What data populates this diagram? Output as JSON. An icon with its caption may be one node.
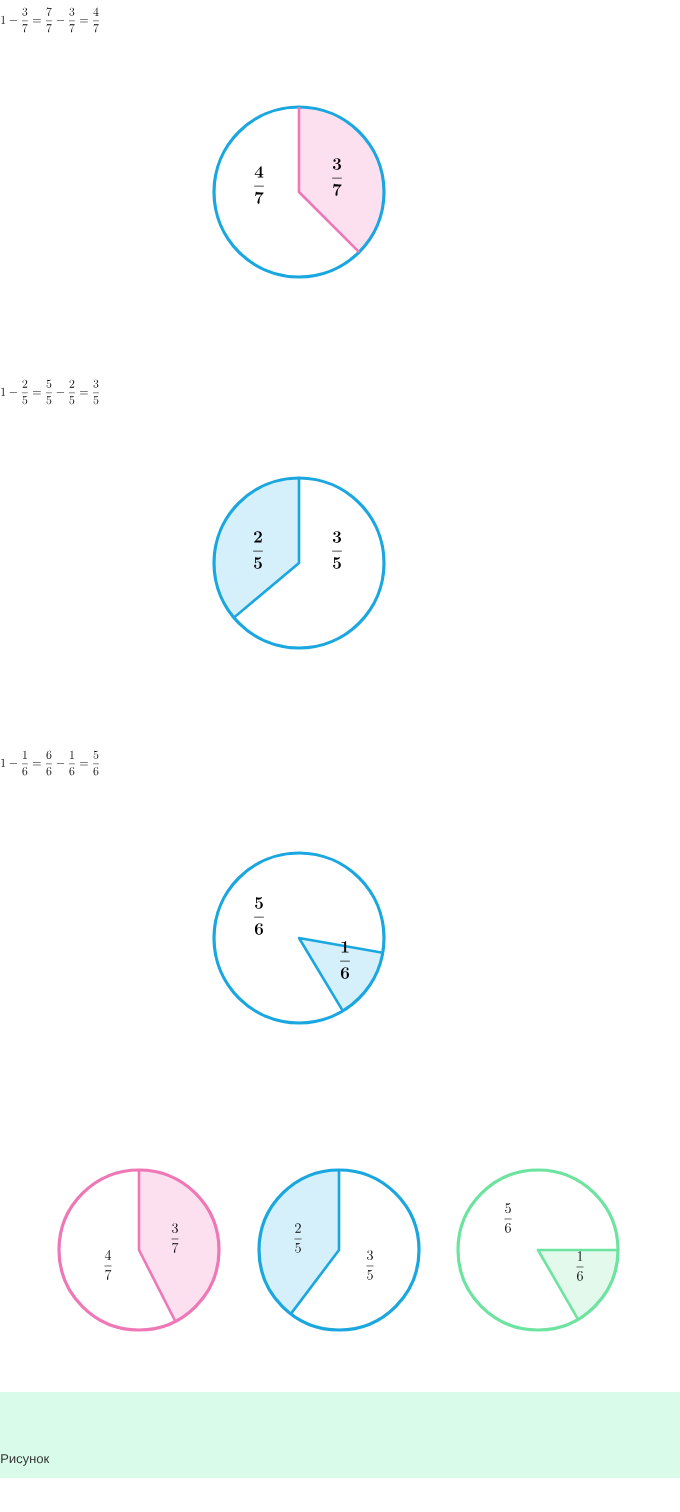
{
  "diagram": {
    "caption": "Рисунок",
    "labels": [
      "1-\\frac{3}{7}=\\frac{7}{7}-\\frac{3}{7}=\\frac{4}{7}",
      "\\frac{4}{7}",
      "\\frac{3}{7}",
      "1-\\frac{2}{5}=\\frac{5}{5}-\\frac{2}{5}=\\frac{3}{5}",
      "\\frac{2}{5}",
      "\\frac{3}{5}",
      "1-\\frac{1}{6}=\\frac{6}{6}-\\frac{1}{6}=\\frac{5}{6}",
      "\\frac{5}{6}",
      "\\frac{1}{6}",
      "\\frac{4}{7}",
      "\\frac{3}{7}",
      "\\frac{2}{5}",
      "\\frac{3}{5}",
      "\\frac{5}{6}",
      "\\frac{1}{6}"
    ]
  }
}
